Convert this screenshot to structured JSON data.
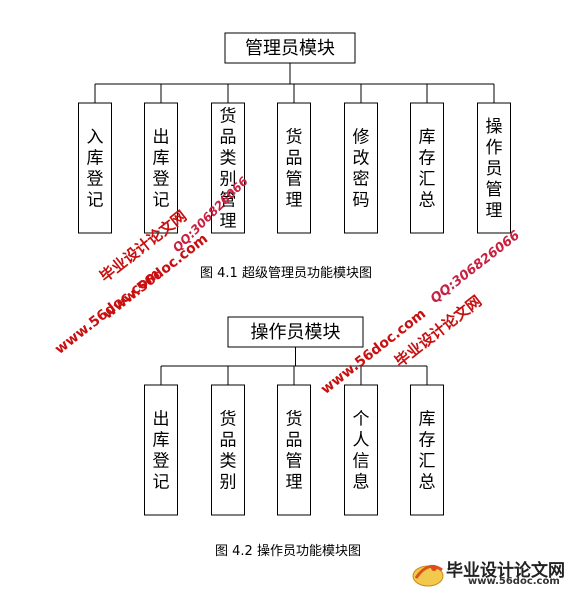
{
  "diagram1": {
    "root": "管理员模块",
    "children": [
      "入库登记",
      "出库登记",
      "货品类别管理",
      "货品管理",
      "修改密码",
      "库存汇总",
      "操作员管理"
    ],
    "caption": "图 4.1 超级管理员功能模块图"
  },
  "diagram2": {
    "root": "操作员模块",
    "children": [
      "出库登记",
      "货品类别",
      "货品管理",
      "个人信息",
      "库存汇总"
    ],
    "caption": "图 4.2 操作员功能模块图"
  },
  "watermarks": {
    "site_cn": "毕业设计论文网",
    "url": "www.56doc.com",
    "qq": "QQ:306826066"
  },
  "logo": {
    "title": "毕业设计论文网",
    "url": "www.56doc.com"
  }
}
